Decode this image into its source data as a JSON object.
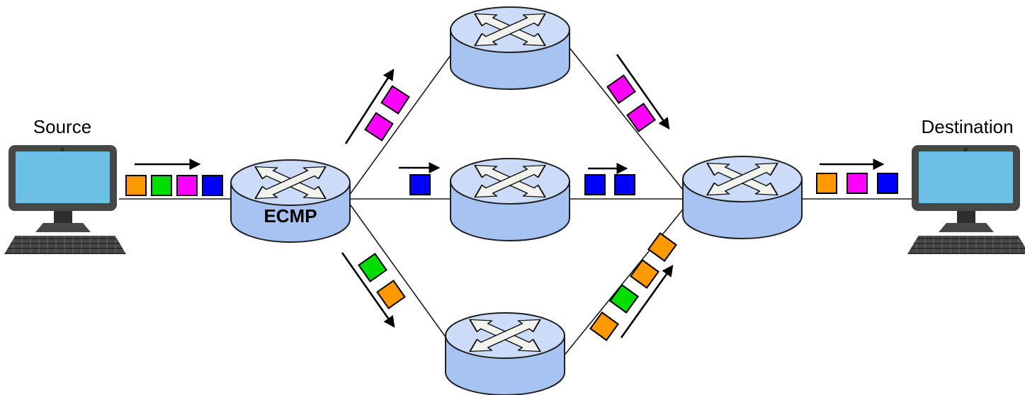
{
  "labels": {
    "source": "Source",
    "destination": "Destination",
    "ecmp": "ECMP"
  },
  "colors": {
    "orange": "#FF9900",
    "green": "#00DD00",
    "magenta": "#FF00FF",
    "blue": "#0000FF",
    "router_body": "#A7C3F2",
    "router_top": "#CBDBF8",
    "icon_fill": "#F2F2EF",
    "outline": "#1A1A1A",
    "arrow": "#000000",
    "screen": "#6CC0E6",
    "device_dark": "#474747",
    "device_darker": "#2E2E2E"
  },
  "flows": {
    "source_queue": [
      "orange",
      "green",
      "magenta",
      "blue"
    ],
    "to_top_router": [
      "magenta",
      "magenta"
    ],
    "from_top_router": [
      "magenta",
      "magenta"
    ],
    "to_middle_router": [
      "blue"
    ],
    "from_middle_router": [
      "blue",
      "blue"
    ],
    "to_bottom_router": [
      "green",
      "orange"
    ],
    "from_bottom_router": [
      "orange",
      "green",
      "orange",
      "orange"
    ],
    "destination_queue": [
      "orange",
      "magenta",
      "blue"
    ]
  }
}
